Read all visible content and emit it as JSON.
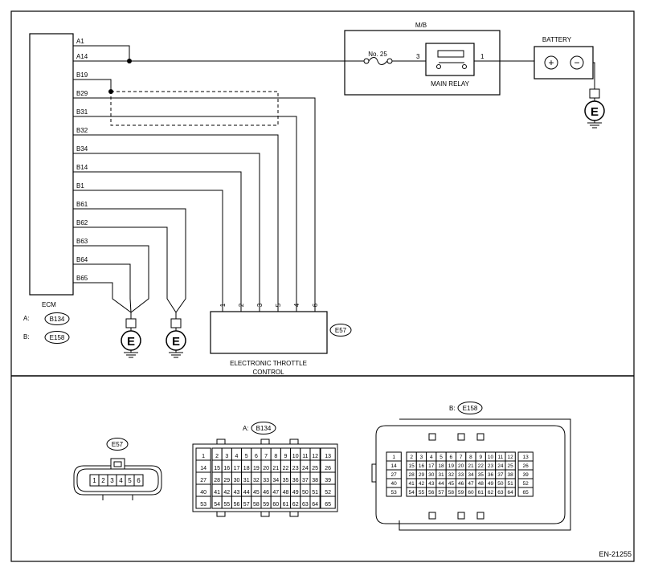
{
  "ecm": {
    "label": "ECM",
    "pins": [
      "A1",
      "A14",
      "B19",
      "B29",
      "B31",
      "B32",
      "B34",
      "B14",
      "B1",
      "B61",
      "B62",
      "B63",
      "B64",
      "B65"
    ],
    "connector_a_prefix": "A:",
    "connector_a": "B134",
    "connector_b_prefix": "B:",
    "connector_b": "E158"
  },
  "mb": {
    "label": "M/B",
    "fuse": "No. 25",
    "relay": "MAIN RELAY",
    "relay_pin_in": "3",
    "relay_pin_out": "1"
  },
  "battery": {
    "label": "BATTERY",
    "plus": "+",
    "minus": "−"
  },
  "ground_symbol": "E",
  "throttle": {
    "label_line1": "ELECTRONIC THROTTLE",
    "label_line2": "CONTROL",
    "connector": "E57",
    "pins": [
      "1",
      "2",
      "3",
      "5",
      "4",
      "6"
    ]
  },
  "connector_views": {
    "e57": {
      "label": "E57",
      "pins": [
        "1",
        "2",
        "3",
        "4",
        "5",
        "6"
      ]
    },
    "b134": {
      "prefix": "A:",
      "label": "B134",
      "side_left": [
        "1",
        "14",
        "27",
        "40",
        "53"
      ],
      "side_right": [
        "13",
        "26",
        "39",
        "52",
        "65"
      ],
      "rows": [
        [
          "2",
          "3",
          "4",
          "5",
          "6",
          "7",
          "8",
          "9",
          "10",
          "11",
          "12"
        ],
        [
          "15",
          "16",
          "17",
          "18",
          "19",
          "20",
          "21",
          "22",
          "23",
          "24",
          "25"
        ],
        [
          "28",
          "29",
          "30",
          "31",
          "32",
          "33",
          "34",
          "35",
          "36",
          "37",
          "38"
        ],
        [
          "41",
          "42",
          "43",
          "44",
          "45",
          "46",
          "47",
          "48",
          "49",
          "50",
          "51"
        ],
        [
          "54",
          "55",
          "56",
          "57",
          "58",
          "59",
          "60",
          "61",
          "62",
          "63",
          "64"
        ]
      ]
    },
    "e158": {
      "prefix": "B:",
      "label": "E158",
      "side_left": [
        "1",
        "14",
        "27",
        "40",
        "53"
      ],
      "side_right": [
        "13",
        "26",
        "39",
        "52",
        "65"
      ],
      "rows": [
        [
          "2",
          "3",
          "4",
          "5",
          "6",
          "7",
          "8",
          "9",
          "10",
          "11",
          "12"
        ],
        [
          "15",
          "16",
          "17",
          "18",
          "19",
          "20",
          "21",
          "22",
          "23",
          "24",
          "25"
        ],
        [
          "28",
          "29",
          "30",
          "31",
          "32",
          "33",
          "34",
          "35",
          "36",
          "37",
          "38"
        ],
        [
          "41",
          "42",
          "43",
          "44",
          "45",
          "46",
          "47",
          "48",
          "49",
          "50",
          "51"
        ],
        [
          "54",
          "55",
          "56",
          "57",
          "58",
          "59",
          "60",
          "61",
          "62",
          "63",
          "64"
        ]
      ]
    }
  },
  "figure_id": "EN-21255"
}
